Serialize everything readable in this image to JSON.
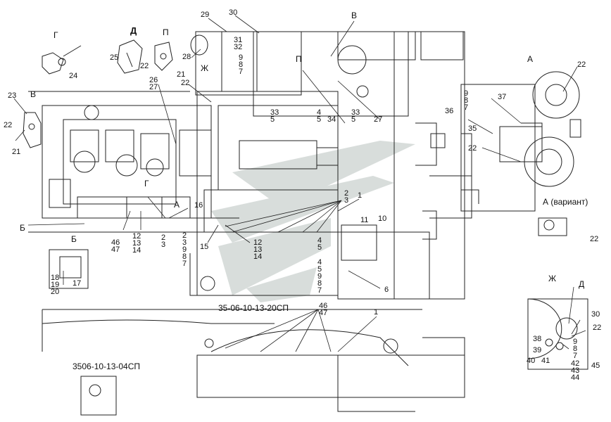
{
  "views": {
    "g": "Г",
    "d": "Д",
    "p": "П",
    "v": "В",
    "b": "Б",
    "a": "А",
    "a_variant": "А (вариант)",
    "zh": "Ж",
    "d_detail": "Д",
    "view_b_right": "В",
    "view_p_mid": "П",
    "view_g_mid": "Г",
    "view_a_mid": "А",
    "view_zh_mid": "Ж",
    "view_b_left": "Б"
  },
  "doc_refs": {
    "main": "35-06-10-13-20СП",
    "bottom": "3506-10-13-04СП"
  },
  "stacks": {
    "s_31_32": [
      "31",
      "32"
    ],
    "s_9_8_7_top": [
      "9",
      "8",
      "7"
    ],
    "s_26_27": [
      "26",
      "27"
    ],
    "s_33_5_left": [
      "33",
      "5"
    ],
    "s_4_5": [
      "4",
      "5"
    ],
    "s_34": [
      "34"
    ],
    "s_33_5_right": [
      "33",
      "5"
    ],
    "s_9_8_7_a": [
      "9",
      "8",
      "7"
    ],
    "s_2_3_top": [
      "2",
      "3"
    ],
    "s_12_13_14_left": [
      "12",
      "13",
      "14"
    ],
    "s_2_3_left": [
      "2",
      "3"
    ],
    "s_2_3_9_8_7": [
      "2",
      "3",
      "9",
      "8",
      "7"
    ],
    "s_46_47_left": [
      "46",
      "47"
    ],
    "s_12_13_14_mid": [
      "12",
      "13",
      "14"
    ],
    "s_4_5_mid": [
      "4",
      "5"
    ],
    "s_4_5_9_8_7": [
      "4",
      "5",
      "9",
      "8",
      "7"
    ],
    "s_18_19_20": [
      "18",
      "19",
      "20"
    ],
    "s_46_47_bottom": [
      "46",
      "47"
    ],
    "s_9_8_7_zh": [
      "9",
      "8",
      "7"
    ],
    "s_42_43_44": [
      "42",
      "43",
      "44"
    ]
  },
  "numbers": {
    "n24": "24",
    "n25": "25",
    "n22_d": "22",
    "n21_p": "21",
    "n29": "29",
    "n30": "30",
    "n28": "28",
    "n22_top": "22",
    "n23": "23",
    "n22_v": "22",
    "n21_v": "21",
    "n27": "27",
    "n37": "37",
    "n36": "36",
    "n35": "35",
    "n22_a": "22",
    "n22_a2": "22",
    "n22_av": "22",
    "n16": "16",
    "n1_top": "1",
    "n11": "11",
    "n10": "10",
    "n15": "15",
    "n6": "6",
    "n17": "17",
    "n1_bottom": "1",
    "n30_zh": "30",
    "n22_zh": "22",
    "n38": "38",
    "n39": "39",
    "n40": "40",
    "n41": "41",
    "n45": "45"
  }
}
